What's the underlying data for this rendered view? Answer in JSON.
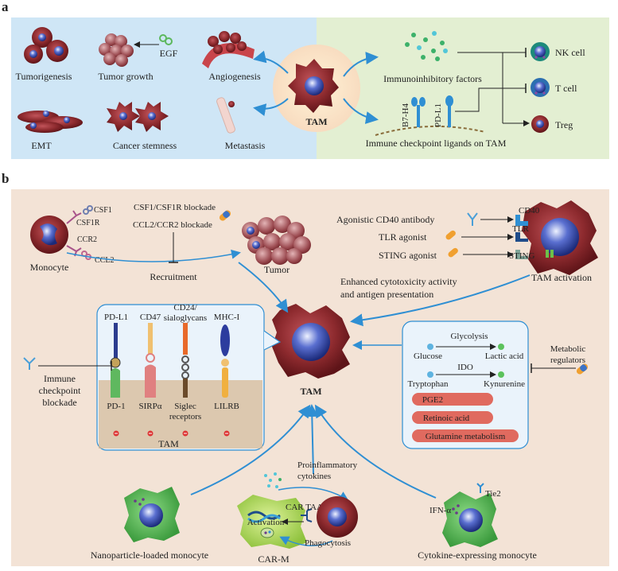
{
  "panel_a": {
    "letter": "a",
    "center_label": "TAM",
    "tumor_effects": [
      "Tumorigenesis",
      "Tumor growth",
      "Angiogenesis",
      "EMT",
      "Cancer stemness",
      "Metastasis"
    ],
    "egf_label": "EGF",
    "immune_factors_label": "Immunoinhibitory factors",
    "checkpoint_ligands_label": "Immune checkpoint ligands on TAM",
    "ligand_b7h4": "B7-H4",
    "ligand_pdl1": "PD-L1",
    "targets": [
      "NK cell",
      "T cell",
      "Treg"
    ]
  },
  "panel_b": {
    "letter": "b",
    "monocyte_label": "Monocyte",
    "csf1": "CSF1",
    "csf1r": "CSF1R",
    "ccr2": "CCR2",
    "ccl2": "CCL2",
    "blockade1": "CSF1/CSF1R blockade",
    "blockade2": "CCL2/CCR2 blockade",
    "recruitment": "Recruitment",
    "tumor": "Tumor",
    "agonists": [
      "Agonistic CD40 antibody",
      "TLR agonist",
      "STING agonist"
    ],
    "receptors": [
      "CD40",
      "TLR",
      "STING"
    ],
    "tam_activation": "TAM activation",
    "enhanced_line1": "Enhanced cytotoxicity activity",
    "enhanced_line2": "and antigen presentation",
    "center_tam": "TAM",
    "checkpoint_top": [
      "PD-L1",
      "CD47",
      "CD24/",
      "sialoglycans",
      "MHC-I"
    ],
    "checkpoint_bottom": [
      "PD-1",
      "SIRPα",
      "Siglec",
      "receptors",
      "LILRB"
    ],
    "checkpoint_box_label": "TAM",
    "icb_lines": [
      "Immune",
      "checkpoint",
      "blockade"
    ],
    "metab": {
      "glycolysis": "Glycolysis",
      "glucose": "Glucose",
      "lactic": "Lactic acid",
      "ido": "IDO",
      "tryptophan": "Tryptophan",
      "kynurenine": "Kynurenine",
      "pills": [
        "PGE2",
        "Retinoic acid",
        "Glutamine metabolism"
      ]
    },
    "metabolic_regulators": [
      "Metabolic",
      "regulators"
    ],
    "proinflammatory": [
      "Proinflammatory",
      "cytokines"
    ],
    "nanoparticle": "Nanoparticle-loaded monocyte",
    "car_m": "CAR-M",
    "car_taa": "CAR TAA",
    "activation": "Activation",
    "phagocytosis": "Phagocytosis",
    "cytokine_monocyte": "Cytokine-expressing monocyte",
    "tie2": "Tie2",
    "ifn": "IFN-α"
  },
  "colors": {
    "panel_a_left": "#cfe6f6",
    "panel_a_right": "#e3efd2",
    "panel_b_bg": "#f3e3d6",
    "arrow_blue": "#2f8fd3",
    "tam_dark": "#7a1c20",
    "nucleus_blue": "#24358f",
    "pill_red": "#e06a5f"
  }
}
